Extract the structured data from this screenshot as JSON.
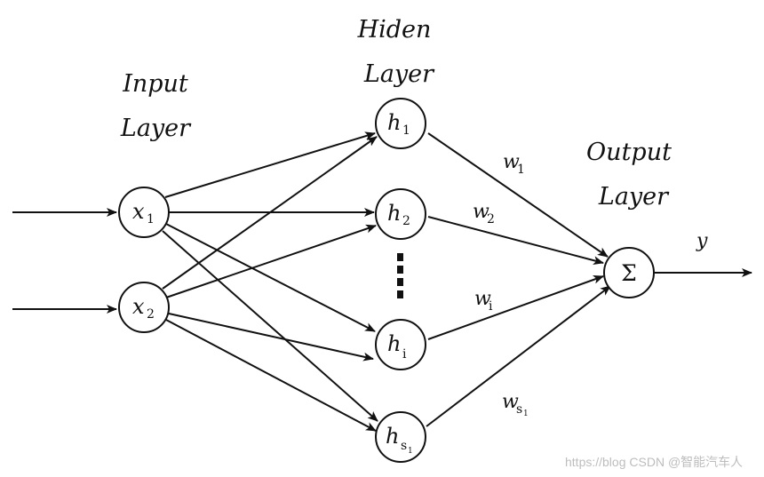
{
  "layers": {
    "input": [
      "Input",
      "Layer"
    ],
    "hidden": [
      "Hiden",
      "Layer"
    ],
    "output": [
      "Output",
      "Layer"
    ]
  },
  "nodes": {
    "x1": {
      "base": "x",
      "sub": "1"
    },
    "x2": {
      "base": "x",
      "sub": "2"
    },
    "h1": {
      "base": "h",
      "sub": "1"
    },
    "h2": {
      "base": "h",
      "sub": "2"
    },
    "hi": {
      "base": "h",
      "sub": "i"
    },
    "hs1": {
      "base": "h",
      "sub": "s",
      "subsub": "1"
    },
    "sum": {
      "symbol": "Σ"
    }
  },
  "weights": {
    "w1": {
      "base": "w",
      "sub": "1"
    },
    "w2": {
      "base": "w",
      "sub": "2"
    },
    "wi": {
      "base": "w",
      "sub": "i"
    },
    "ws1": {
      "base": "w",
      "sub": "s",
      "subsub": "1"
    }
  },
  "output_label": "y",
  "watermark": "https://blog CSDN @智能汽车人",
  "colors": {
    "stroke": "#111111",
    "background": "#ffffff",
    "watermark": "#bdbdbd"
  }
}
